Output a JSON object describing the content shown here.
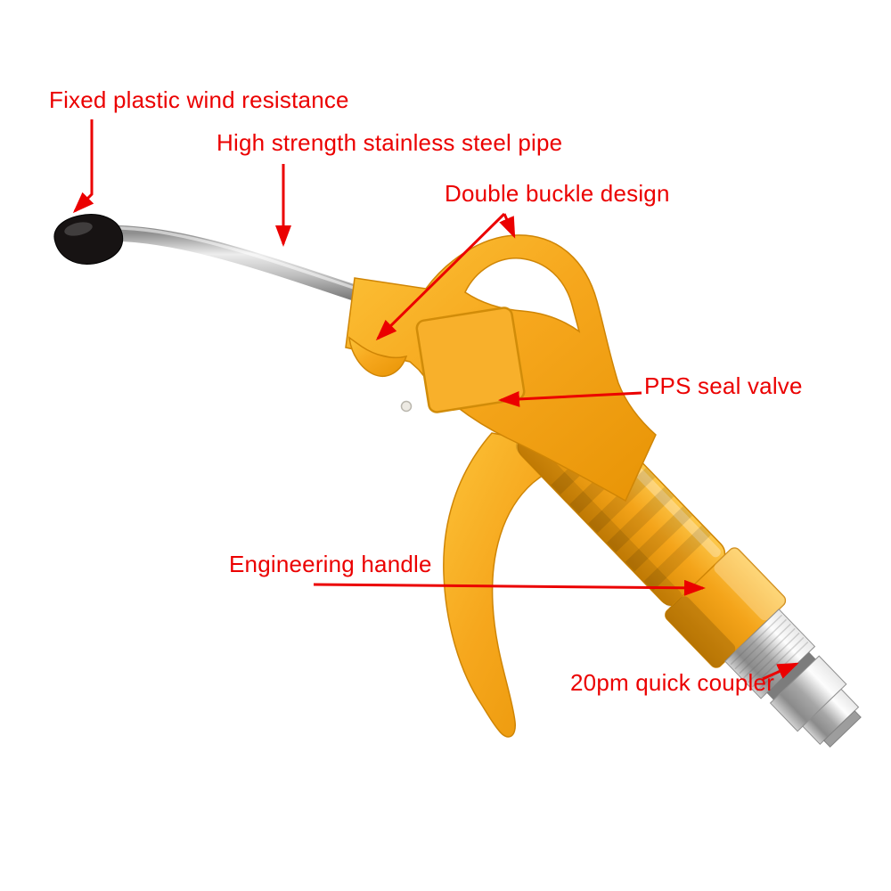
{
  "page": {
    "background": "#ffffff"
  },
  "product": {
    "subject": "air blow gun",
    "body_color": "#f6a71d",
    "label_color": "#eb0000"
  },
  "labels": {
    "wind_resistance": "Fixed plastic wind resistance",
    "steel_pipe": "High strength stainless steel pipe",
    "double_buckle": "Double buckle design",
    "pps_valve": "PPS seal valve",
    "handle": "Engineering handle",
    "coupler": "20pm quick coupler"
  }
}
